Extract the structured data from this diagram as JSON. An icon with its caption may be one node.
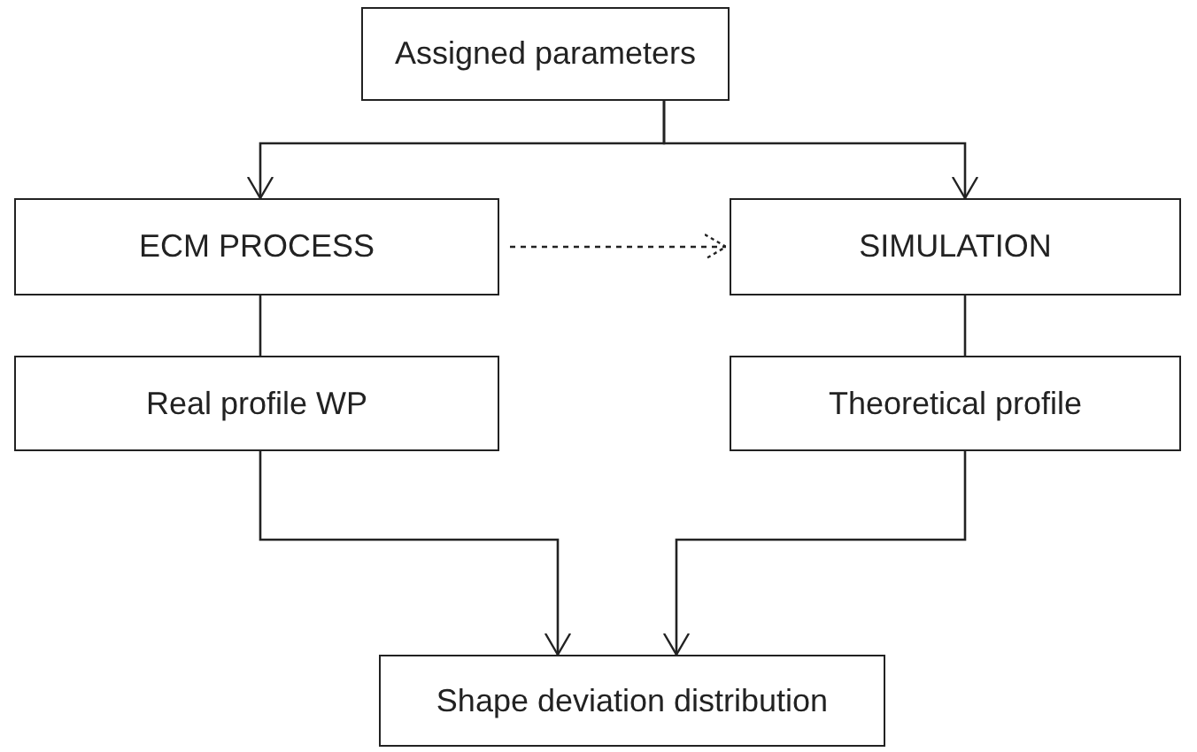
{
  "diagram": {
    "nodes": [
      {
        "text": [
          "Assigned parameters"
        ]
      },
      {
        "text": [
          "ECM PROCESS"
        ]
      },
      {
        "text": [
          "SIMULATION"
        ]
      },
      {
        "text": [
          "Real profile WP"
        ]
      },
      {
        "text": [
          "Theoretical profile"
        ]
      },
      {
        "text": [
          "Shape deviation distribution"
        ]
      }
    ],
    "edges": [
      {
        "from": 0,
        "to": 1,
        "arrow": "to"
      },
      {
        "from": 0,
        "to": 2,
        "arrow": "to"
      },
      {
        "from": 1,
        "to": 2,
        "arrow": "to",
        "style": "dashed"
      },
      {
        "from": 1,
        "to": 3,
        "arrow": "none"
      },
      {
        "from": 2,
        "to": 4,
        "arrow": "none"
      },
      {
        "from": 3,
        "to": 5,
        "arrow": "to"
      },
      {
        "from": 4,
        "to": 5,
        "arrow": "to"
      }
    ]
  }
}
